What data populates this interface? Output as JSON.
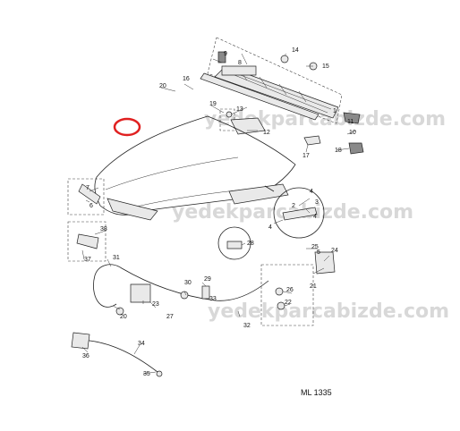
{
  "diagram": {
    "code_label": "ML 1335",
    "watermark": "yedekparcabizde.com",
    "callouts": [
      "1",
      "2",
      "3",
      "4",
      "4",
      "5",
      "6",
      "7",
      "8",
      "9",
      "10",
      "11",
      "12",
      "13",
      "14",
      "15",
      "16",
      "17",
      "18",
      "19",
      "20",
      "21",
      "22",
      "23",
      "24",
      "25",
      "26",
      "27",
      "28",
      "29",
      "30",
      "31",
      "32",
      "33",
      "34",
      "35",
      "36",
      "37",
      "38"
    ],
    "highlight_color": "#e02020"
  }
}
